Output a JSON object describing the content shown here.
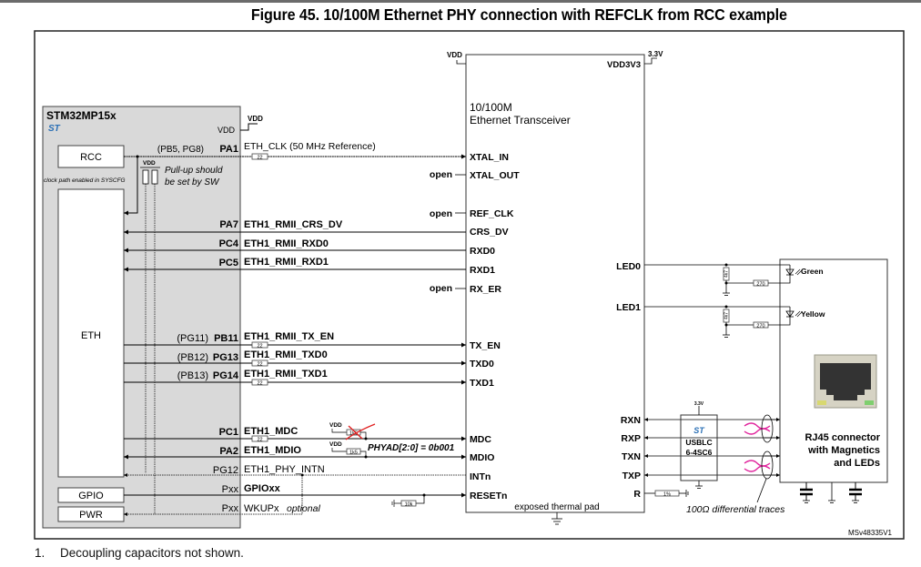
{
  "figure": {
    "title": "Figure 45. 10/100M Ethernet PHY connection with REFCLK from RCC example",
    "ref_id": "MSv48335V1",
    "footnote_number": "1.",
    "footnote_text": "Decoupling capacitors not shown."
  },
  "mcu": {
    "name": "STM32MP15x",
    "logo": "st-logo-icon",
    "vdd_pin": "VDD",
    "vdd_supply": "VDD",
    "blocks": {
      "rcc": "RCC",
      "eth": "ETH",
      "gpio": "GPIO",
      "pwr": "PWR"
    },
    "clock_note": "clock path enabled in SYSCFG",
    "pullup_vdd": "VDD",
    "pullup_note_line1": "Pull-up should",
    "pullup_note_line2": "be set by SW"
  },
  "phy": {
    "name_line1": "10/100M",
    "name_line2": "Ethernet Transceiver",
    "vdd_left": "VDD",
    "vdd3v3_pin": "VDD3V3",
    "vdd3v3_supply": "3.3V",
    "thermal_pad": "exposed thermal pad",
    "open_label": "open",
    "left_pins": [
      "XTAL_IN",
      "XTAL_OUT",
      "REF_CLK",
      "CRS_DV",
      "RXD0",
      "RXD1",
      "RX_ER",
      "TX_EN",
      "TXD0",
      "TXD1",
      "MDC",
      "MDIO",
      "INTn",
      "RESETn"
    ],
    "right_pins": [
      "LED0",
      "LED1",
      "RXN",
      "RXP",
      "TXN",
      "TXP",
      "R"
    ]
  },
  "signals": [
    {
      "alt": "(PB5, PG8)",
      "pin": "PA1",
      "net": "ETH_CLK (50 MHz Reference)",
      "res": "22"
    },
    {
      "alt": "",
      "pin": "PA7",
      "net": "ETH1_RMII_CRS_DV",
      "res": ""
    },
    {
      "alt": "",
      "pin": "PC4",
      "net": "ETH1_RMII_RXD0",
      "res": ""
    },
    {
      "alt": "",
      "pin": "PC5",
      "net": "ETH1_RMII_RXD1",
      "res": ""
    },
    {
      "alt": "(PG11)",
      "pin": "PB11",
      "net": "ETH1_RMII_TX_EN",
      "res": "22"
    },
    {
      "alt": "(PB12)",
      "pin": "PG13",
      "net": "ETH1_RMII_TXD0",
      "res": "22"
    },
    {
      "alt": "(PB13)",
      "pin": "PG14",
      "net": "ETH1_RMII_TXD1",
      "res": "22"
    },
    {
      "alt": "",
      "pin": "PC1",
      "net": "ETH1_MDC",
      "res": "22"
    },
    {
      "alt": "",
      "pin": "PA2",
      "net": "ETH1_MDIO",
      "res": ""
    },
    {
      "alt": "",
      "pin": "PG12",
      "net": "ETH1_PHY_INTN",
      "res": ""
    },
    {
      "alt": "",
      "pin": "Pxx",
      "net": "GPIOxx",
      "res": ""
    },
    {
      "alt": "",
      "pin": "Pxx",
      "net": "WKUPx",
      "res": ""
    }
  ],
  "wkup_optional": "optional",
  "mdio": {
    "vdd1": "VDD",
    "vdd2": "VDD",
    "res_crossed": "1k5",
    "res_pullup": "1k5",
    "phyad": "PHYAD[2:0] = 0b001"
  },
  "reset_res": "10k",
  "leds": {
    "res_shunt": "4k7",
    "res_series": "270",
    "led0_color": "Green",
    "led1_color": "Yellow"
  },
  "esd": {
    "supply": "3.3V",
    "line1": "USBLC",
    "line2": "6-4SC6",
    "logo": "st-logo-icon"
  },
  "r_res": "1%",
  "diff_note": "100Ω differential traces",
  "rj45": {
    "line1": "RJ45 connector",
    "line2": "with Magnetics",
    "line3": "and LEDs"
  },
  "colors": {
    "mcu_fill": "#d9d9d9",
    "st_blue": "#2a6fb5",
    "diff_pair": "#e0239c",
    "cross_red": "#e02020",
    "jack_dark": "#333333",
    "led_yellow": "#d8d870",
    "led_green": "#7fcf6f"
  }
}
